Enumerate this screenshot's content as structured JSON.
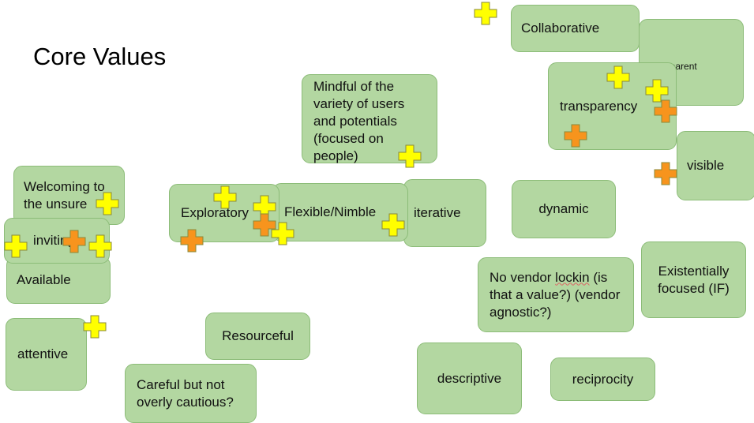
{
  "slide": {
    "title": "Core Values"
  },
  "notes": {
    "collaborative": "Collaborative",
    "transparent": "transparent",
    "transparency": "transparency",
    "mindful": "Mindful of the variety of users and potentials (focused on people)",
    "visible": "visible",
    "welcoming": "Welcoming to the unsure",
    "inviting": "inviting",
    "available": "Available",
    "exploratory": "Exploratory",
    "flexible": "Flexible/Nimble",
    "iterative": "iterative",
    "dynamic": "dynamic",
    "existentially": "Existentially focused (IF)",
    "vendor_lockin_a": "No vendor ",
    "vendor_lockin_b": "lockin",
    "vendor_lockin_c": " (is that a value?) (vendor agnostic?)",
    "attentive": "attentive",
    "resourceful": "Resourceful",
    "careful": "Careful but not overly cautious?",
    "descriptive": "descriptive",
    "reciprocity": "reciprocity"
  },
  "colors": {
    "note_fill": "#b3d7a1",
    "plus_yellow": "#ffff00",
    "plus_orange": "#f7941d"
  },
  "icons": {
    "vote_marker": "plus-icon"
  }
}
